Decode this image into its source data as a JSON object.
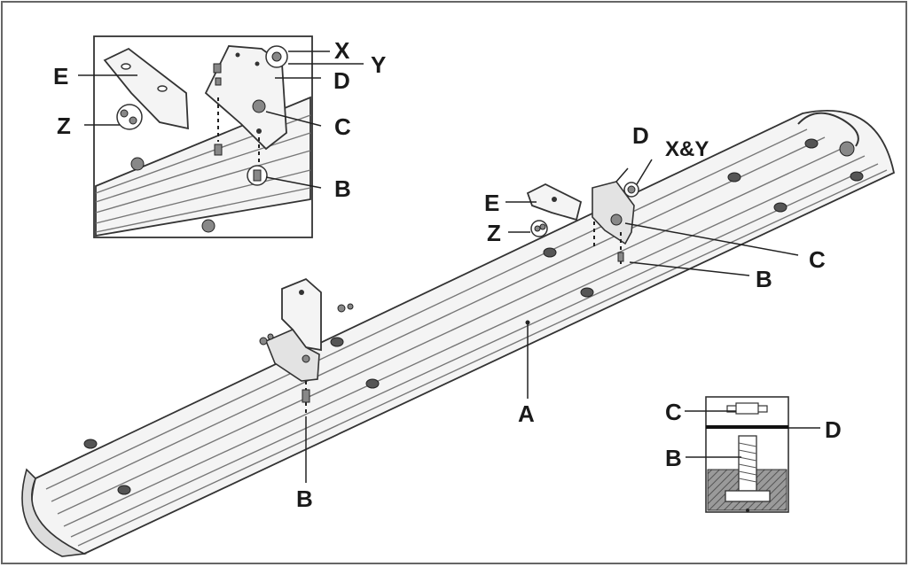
{
  "labels": {
    "A": "A",
    "B": "B",
    "C": "C",
    "D": "D",
    "E": "E",
    "X": "X",
    "Y": "Y",
    "Z": "Z",
    "XY": "X&Y"
  },
  "colors": {
    "outline": "#333333",
    "metal": "#f4f4f4",
    "fixing_hatch": "#8a8a8a"
  }
}
